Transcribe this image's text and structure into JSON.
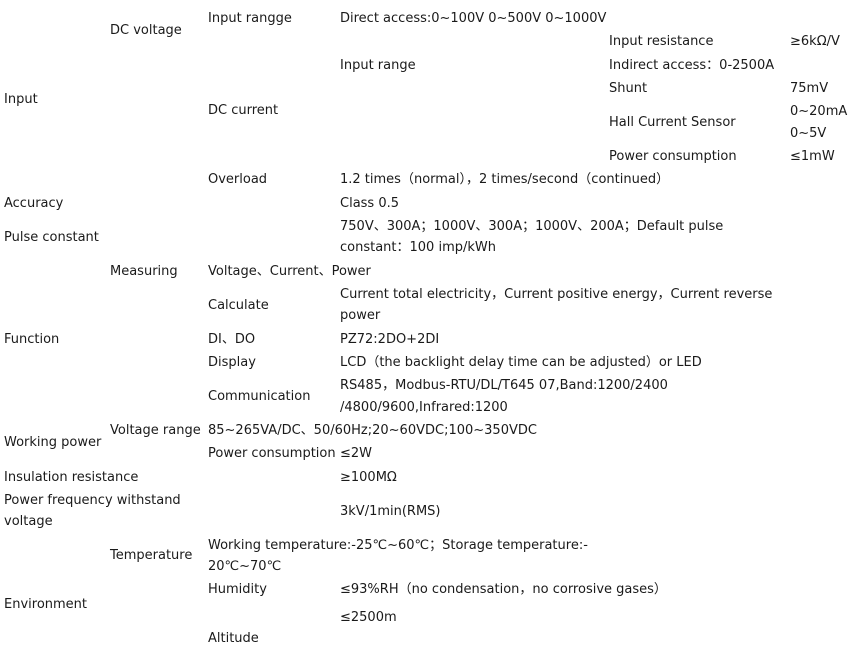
{
  "spec_table": {
    "input": {
      "label": "Input",
      "dc_voltage": {
        "label": "DC voltage",
        "input_range_label": "Input rangge",
        "input_range_value": "Direct access:0~100V 0~500V 0~1000V",
        "input_resistance_label": "Input resistance",
        "input_resistance_value": "≥6kΩ/V"
      },
      "dc_current": {
        "label": "DC current",
        "input_range_label": "Input range",
        "indirect_access": "Indirect access：0-2500A",
        "shunt_label": "Shunt",
        "shunt_value": "75mV",
        "hall_sensor_label": "Hall Current Sensor",
        "hall_sensor_value_1": "0~20mA",
        "hall_sensor_value_2": "0~5V",
        "power_consumption_label": "Power consumption",
        "power_consumption_value": "≤1mW"
      },
      "overload_label": "Overload",
      "overload_value": "1.2 times（normal），2 times/second（continued）"
    },
    "accuracy": {
      "label": "Accuracy",
      "value": "Class 0.5"
    },
    "pulse_constant": {
      "label": "Pulse constant",
      "value_line1": "750V、300A；1000V、300A；1000V、200A；Default pulse",
      "value_line2": "constant：100 imp/kWh"
    },
    "function": {
      "label": "Function",
      "measuring_label": "Measuring",
      "measuring_value": "Voltage、Current、Power",
      "calculate_label": "Calculate",
      "calculate_value_line1": "Current total electricity，Current positive energy，Current reverse",
      "calculate_value_line2": "power",
      "di_do_label": "DI、DO",
      "di_do_value": "PZ72:2DO+2DI",
      "display_label": "Display",
      "display_value": "LCD（the backlight delay time can be adjusted）or LED",
      "communication_label": "Communication",
      "communication_value_line1": "RS485，Modbus-RTU/DL/T645 07,Band:1200/2400",
      "communication_value_line2": "/4800/9600,Infrared:1200"
    },
    "working_power": {
      "label": "Working power",
      "voltage_range_label": "Voltage range",
      "voltage_range_value": "85~265VA/DC、50/60Hz;20~60VDC;100~350VDC",
      "power_consumption_label": "Power consumption",
      "power_consumption_value": "≤2W"
    },
    "insulation_resistance": {
      "label": "Insulation resistance",
      "value": "≥100MΩ"
    },
    "power_frequency": {
      "label_line1": "Power frequency withstand",
      "label_line2": "voltage",
      "value": "3kV/1min(RMS)"
    },
    "environment": {
      "label": "Environment",
      "temperature_label": "Temperature",
      "temperature_value_line1": "Working temperature:-25℃~60℃；Storage temperature:-",
      "temperature_value_line2": "20℃~70℃",
      "humidity_label": "Humidity",
      "humidity_value": "≤93%RH（no condensation，no corrosive gases）",
      "altitude_value": "≤2500m",
      "altitude_label": "Altitude"
    }
  }
}
